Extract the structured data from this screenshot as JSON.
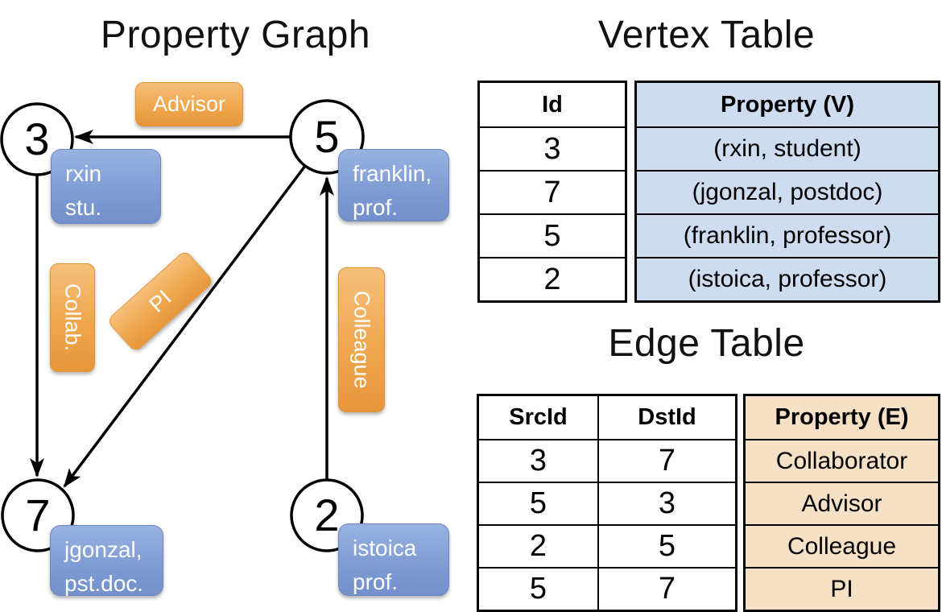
{
  "titles": {
    "graph": "Property Graph",
    "vertex_table": "Vertex Table",
    "edge_table": "Edge Table"
  },
  "graph": {
    "nodes": [
      {
        "id": "3",
        "line1": "rxin",
        "line2": "stu."
      },
      {
        "id": "5",
        "line1": "franklin,",
        "line2": "prof."
      },
      {
        "id": "7",
        "line1": "jgonzal,",
        "line2": "pst.doc."
      },
      {
        "id": "2",
        "line1": "istoica",
        "line2": "prof."
      }
    ],
    "edge_labels": {
      "advisor": "Advisor",
      "collab": "Collab.",
      "pi": "PI",
      "colleague": "Colleague"
    }
  },
  "vertex_table": {
    "headers": {
      "id": "Id",
      "property": "Property (V)"
    },
    "rows": [
      {
        "id": "3",
        "property": "(rxin, student)"
      },
      {
        "id": "7",
        "property": "(jgonzal, postdoc)"
      },
      {
        "id": "5",
        "property": "(franklin, professor)"
      },
      {
        "id": "2",
        "property": "(istoica, professor)"
      }
    ]
  },
  "edge_table": {
    "headers": {
      "src": "SrcId",
      "dst": "DstId",
      "property": "Property (E)"
    },
    "rows": [
      {
        "src": "3",
        "dst": "7",
        "property": "Collaborator"
      },
      {
        "src": "5",
        "dst": "3",
        "property": "Advisor"
      },
      {
        "src": "2",
        "dst": "5",
        "property": "Colleague"
      },
      {
        "src": "5",
        "dst": "7",
        "property": "PI"
      }
    ]
  },
  "colors": {
    "edge_label_fill": "#EFA74E",
    "vertex_label_fill": "#7F9CD4",
    "vertex_table_fill": "#CEDCF0",
    "edge_table_fill": "#F6E0C6",
    "line": "#000000"
  }
}
